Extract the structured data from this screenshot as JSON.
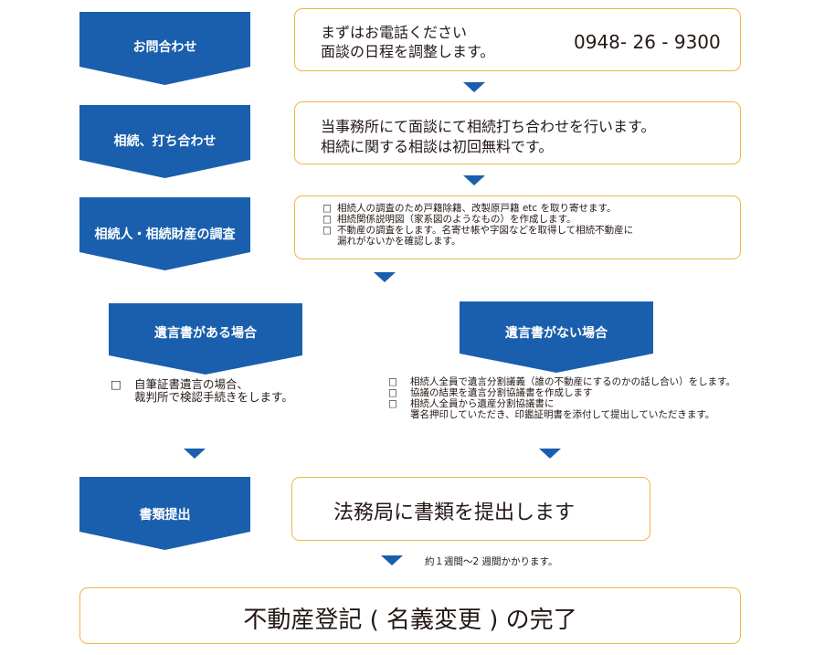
{
  "steps": {
    "contact": "お問合わせ",
    "consult": "相続、打ち合わせ",
    "investigate": "相続人・相続財産の調査",
    "with_will": "遺言書がある場合",
    "without_will": "遺言書がない場合",
    "submit": "書類提出"
  },
  "contact_box": {
    "line1": "まずはお電話ください",
    "line2": "面談の日程を調整します。",
    "phone": "0948- 26 - 9300"
  },
  "consult_box": {
    "line1": "当事務所にて面談にて相続打ち合わせを行います。",
    "line2": "相続に関する相談は初回無料です。"
  },
  "investigate_box": {
    "check": "□",
    "items": [
      "相続人の調査のため戸籍除籍、改製原戸籍 etc を取り寄せます。",
      "相続関係説明図（家系図のようなもの）を作成します。",
      "不動産の調査をします。名寄せ帳や字図などを取得して相続不動産に"
    ],
    "continuation": "漏れがないかを確認します。"
  },
  "with_will_text": {
    "check": "□",
    "line1": "自筆証書遺言の場合、",
    "line2": "裁判所で検認手続きをします。"
  },
  "without_will_text": {
    "check": "□",
    "items": [
      "相続人全員で遺言分割議義（誰の不動産にするのかの話し合い）をします。",
      "協議の結果を遺言分割協議書を作成します",
      "相続人全員から遺産分割協議書に"
    ],
    "continuation": "署名押印していただき、印鑑証明書を添付して提出していただきます。"
  },
  "submit_box": {
    "text": "法務局に書類を提出します"
  },
  "duration_note": "約１週間〜2 週間かかります。",
  "final_box": {
    "text": "不動産登記 ( 名義変更 ) の完了"
  },
  "colors": {
    "arrow_blue": "#1a5fad",
    "box_border": "#f2b441"
  }
}
